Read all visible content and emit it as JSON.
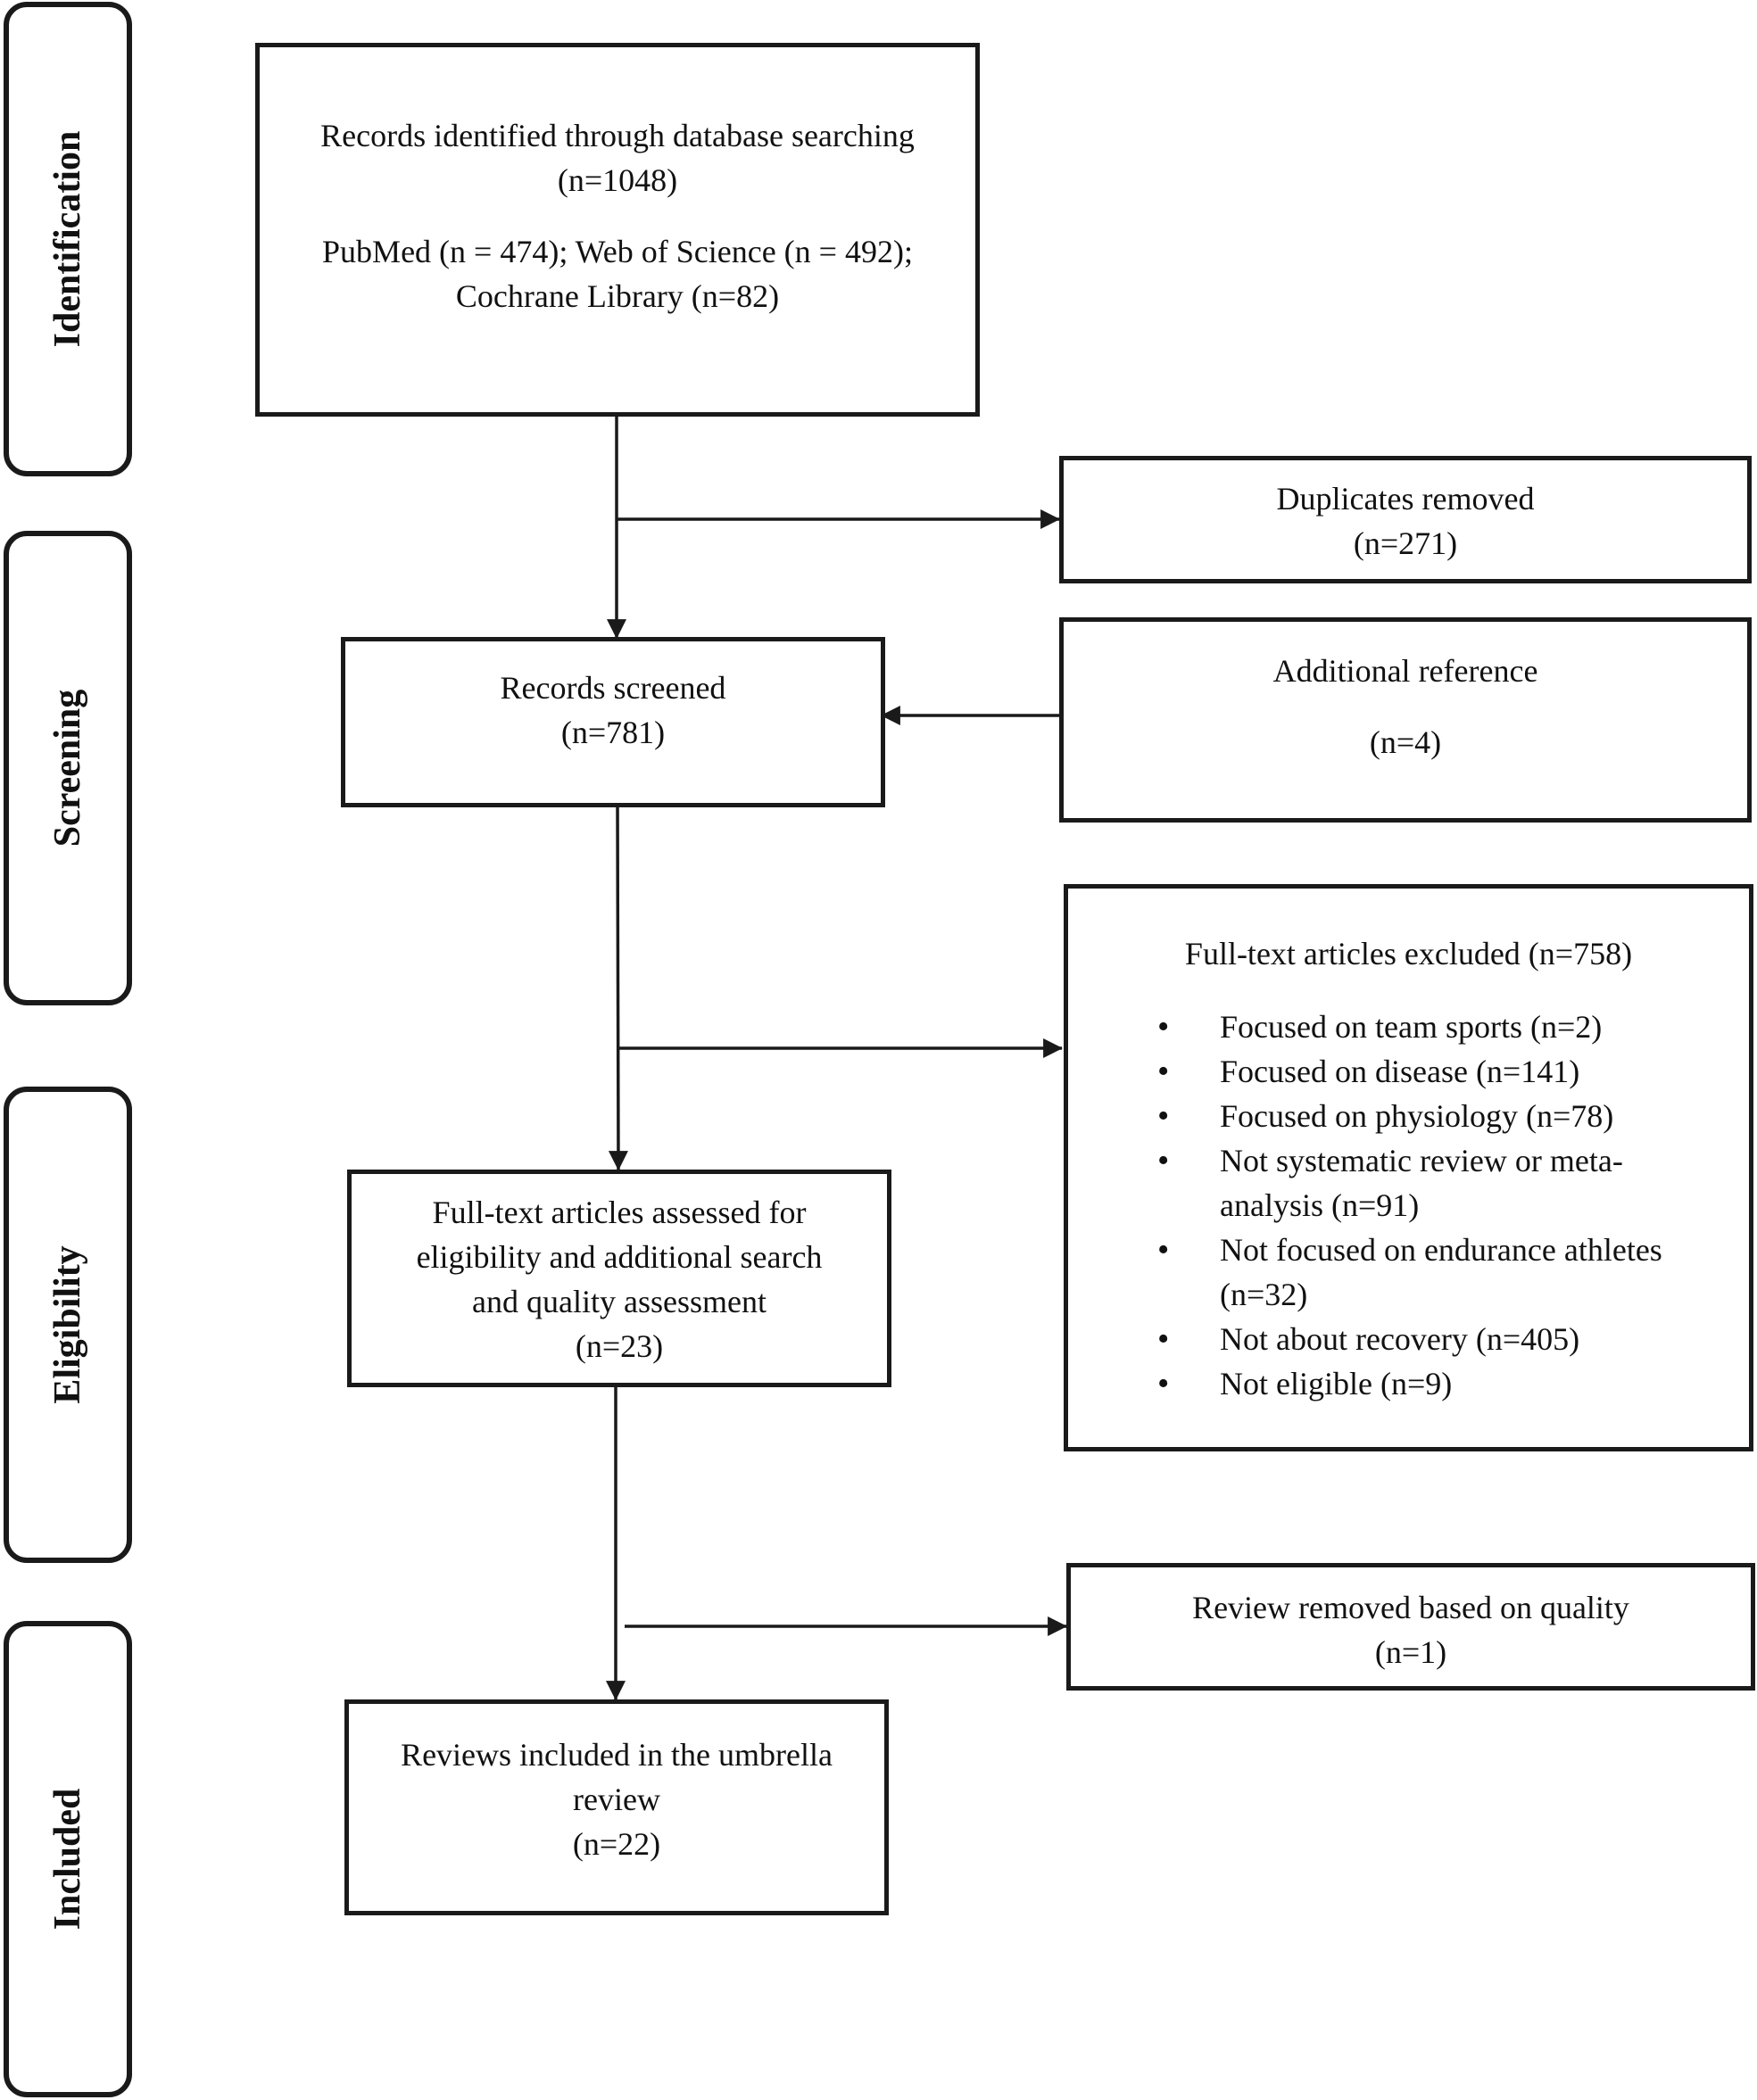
{
  "phases": {
    "identification": "Identification",
    "screening": "Screening",
    "eligibility": "Eligibility",
    "included": "Included"
  },
  "identification_box": {
    "line1": "Records identified through database searching",
    "line2": "(n=1048)",
    "line3": "PubMed (n = 474); Web of Science (n = 492);",
    "line4": "Cochrane Library (n=82)"
  },
  "duplicates_box": {
    "line1": "Duplicates removed",
    "line2": "(n=271)"
  },
  "screened_box": {
    "line1": "Records screened",
    "line2": "(n=781)"
  },
  "additional_box": {
    "line1": "Additional reference",
    "line2": "(n=4)"
  },
  "excluded_box": {
    "title": "Full-text articles excluded (n=758)",
    "items": [
      {
        "l1": "Focused on team sports (n=2)"
      },
      {
        "l1": "Focused on disease (n=141)"
      },
      {
        "l1": "Focused on physiology (n=78)"
      },
      {
        "l1": "Not systematic review or meta-",
        "l2": "analysis (n=91)"
      },
      {
        "l1": "Not focused on endurance athletes",
        "l2": "(n=32)"
      },
      {
        "l1": "Not about recovery (n=405)"
      },
      {
        "l1": "Not eligible (n=9)"
      }
    ]
  },
  "assessed_box": {
    "line1": "Full-text articles assessed for",
    "line2": "eligibility and additional search",
    "line3": "and quality assessment",
    "line4": "(n=23)"
  },
  "quality_box": {
    "line1": "Review removed based on quality",
    "line2": "(n=1)"
  },
  "included_box": {
    "line1": "Reviews included in the umbrella",
    "line2": "review",
    "line3": "(n=22)"
  }
}
